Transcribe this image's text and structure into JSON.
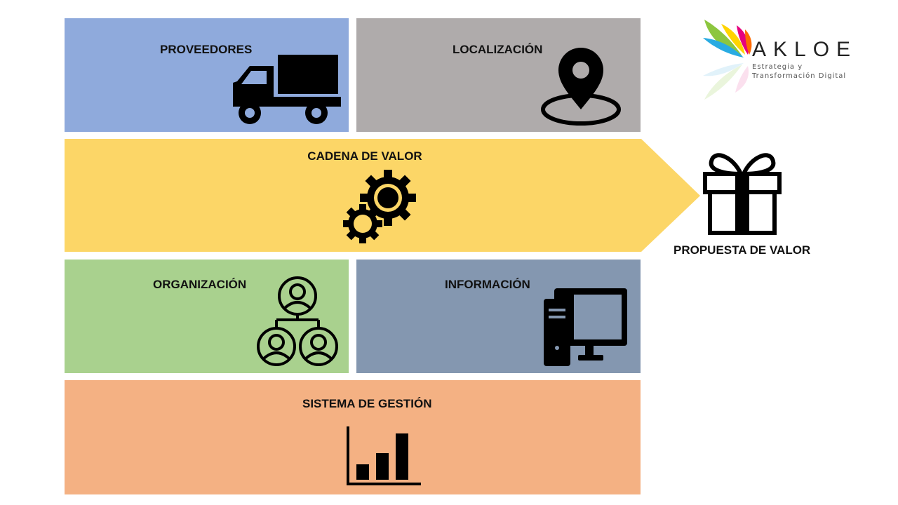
{
  "colors": {
    "proveedores": "#8FAADC",
    "localizacion": "#AFABAB",
    "cadena": "#FCD667",
    "organizacion": "#A9D18E",
    "informacion": "#8497B0",
    "sistema": "#F4B183"
  },
  "blocks": {
    "proveedores": {
      "label": "PROVEEDORES",
      "icon": "truck-icon"
    },
    "localizacion": {
      "label": "LOCALIZACIÓN",
      "icon": "location-pin-icon"
    },
    "cadena": {
      "label": "CADENA DE VALOR",
      "icon": "gears-icon"
    },
    "organizacion": {
      "label": "ORGANIZACIÓN",
      "icon": "org-chart-icon"
    },
    "informacion": {
      "label": "INFORMACIÓN",
      "icon": "computer-icon"
    },
    "sistema": {
      "label": "SISTEMA DE GESTIÓN",
      "icon": "bar-chart-icon"
    }
  },
  "propuesta": {
    "label": "PROPUESTA DE VALOR",
    "icon": "gift-icon"
  },
  "logo": {
    "word": "AKLOE",
    "line1": "Estrategia y",
    "line2": "Transformación Digital"
  }
}
